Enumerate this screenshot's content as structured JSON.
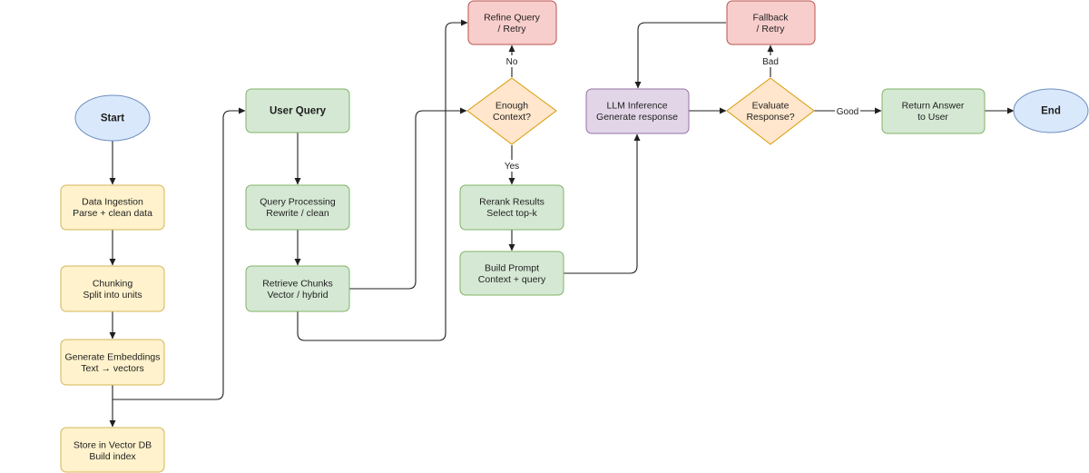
{
  "colors": {
    "ellipse_fill": "#dae8fc",
    "ellipse_stroke": "#6c8ebf",
    "yellow_fill": "#fff2cc",
    "yellow_stroke": "#d6b656",
    "green_fill": "#d5e8d4",
    "green_stroke": "#82b366",
    "red_fill": "#f8cecc",
    "red_stroke": "#b85450",
    "diamond_fill": "#ffe6cc",
    "diamond_stroke": "#d79b00",
    "purple_fill": "#e1d5e7",
    "purple_stroke": "#9673a6",
    "line": "#1f1f1f"
  },
  "nodes": {
    "start": {
      "lines": [
        "Start"
      ]
    },
    "ingest": {
      "lines": [
        "Data Ingestion",
        "Parse + clean data"
      ]
    },
    "chunk": {
      "lines": [
        "Chunking",
        "Split into units"
      ]
    },
    "embed": {
      "lines": [
        "Generate Embeddings",
        "Text → vectors"
      ]
    },
    "store": {
      "lines": [
        "Store in Vector DB",
        "Build index"
      ]
    },
    "query": {
      "lines": [
        "User Query"
      ]
    },
    "process": {
      "lines": [
        "Query Processing",
        "Rewrite / clean"
      ]
    },
    "retrieve": {
      "lines": [
        "Retrieve Chunks",
        "Vector / hybrid"
      ]
    },
    "refine": {
      "lines": [
        "Refine Query",
        "/ Retry"
      ]
    },
    "enough": {
      "lines": [
        "Enough",
        "Context?"
      ]
    },
    "rerank": {
      "lines": [
        "Rerank Results",
        "Select top-k"
      ]
    },
    "prompt": {
      "lines": [
        "Build Prompt",
        "Context + query"
      ]
    },
    "llm": {
      "lines": [
        "LLM Inference",
        "Generate response"
      ]
    },
    "fallback": {
      "lines": [
        "Fallback",
        "/ Retry"
      ]
    },
    "evaluate": {
      "lines": [
        "Evaluate",
        "Response?"
      ]
    },
    "answer": {
      "lines": [
        "Return Answer",
        "to User"
      ]
    },
    "end": {
      "lines": [
        "End"
      ]
    }
  },
  "edge_labels": {
    "no": "No",
    "yes": "Yes",
    "bad": "Bad",
    "good": "Good"
  }
}
